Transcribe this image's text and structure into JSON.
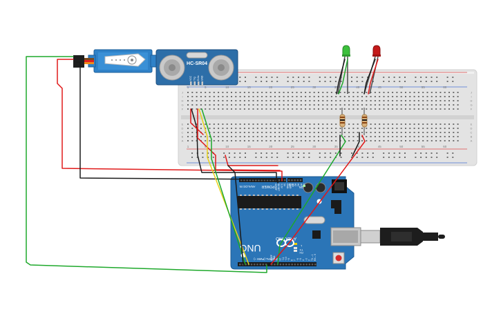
{
  "colors": {
    "breadboard": "#e3e3e3",
    "breadboard_hole": "#6f6f6f",
    "breadboard_red_rail": "#e07070",
    "breadboard_blue_rail": "#6f8fd8",
    "arduino_board": "#2b75b7",
    "arduino_dark": "#0f3f6e",
    "sensor_board": "#2d6ea8",
    "servo_body": "#2f82c8",
    "wire_red": "#e01818",
    "wire_black": "#1a1a1a",
    "wire_green": "#1da82a",
    "wire_yellow": "#e8d21a",
    "led_green": "#3cc03c",
    "led_red": "#c41a1a",
    "usb_cable": "#1d1d1d"
  },
  "sensor": {
    "model": "HC-SR04",
    "pins": [
      "VCC",
      "Trig",
      "Echo",
      "GND"
    ]
  },
  "breadboard": {
    "column_numbers": [
      "1",
      "5",
      "10",
      "15",
      "20",
      "25",
      "30",
      "35",
      "40",
      "45",
      "50",
      "55",
      "60"
    ],
    "row_letters_top": [
      "J",
      "I",
      "H",
      "G",
      "F"
    ],
    "row_letters_bottom": [
      "E",
      "D",
      "C",
      "B",
      "A"
    ]
  },
  "arduino": {
    "model_label": "UNO",
    "brand_label": "ARDUINO",
    "power_label": "POWER",
    "analog_label": "ANALOG IN",
    "digital_label": "DIGITAL (PWM ~)",
    "on_label": "ON",
    "tx_label": "TX",
    "rx_label": "RX",
    "l_label": "L",
    "power_pins": [
      "IOREF",
      "RESET",
      "3.3V",
      "5V",
      "GND",
      "GND",
      "Vin"
    ],
    "analog_pins": [
      "A0",
      "A1",
      "A2",
      "A3",
      "A4",
      "A5"
    ],
    "digital_pins": [
      "AREF",
      "GND",
      "13",
      "12",
      "~11",
      "~10",
      "~9",
      "8",
      "7",
      "~6",
      "~5",
      "4",
      "~3",
      "2",
      "TX→1",
      "RX←0"
    ]
  },
  "components": {
    "servo": "servo-motor",
    "leds": [
      "green-led",
      "red-led"
    ],
    "resistors": 2,
    "usb": "usb-cable"
  }
}
